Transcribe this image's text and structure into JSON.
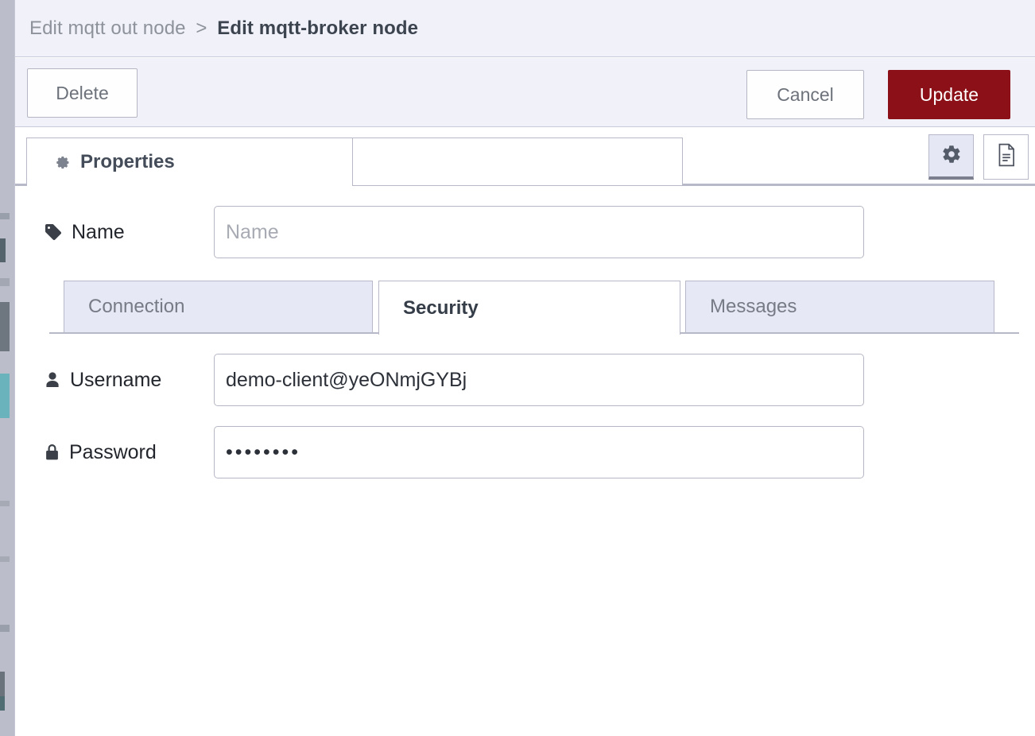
{
  "dialog": {
    "breadcrumb": {
      "parent": "Edit mqtt out node",
      "separator": ">",
      "current": "Edit mqtt-broker node"
    },
    "toolbar": {
      "delete_label": "Delete",
      "cancel_label": "Cancel",
      "update_label": "Update"
    },
    "tabs": [
      {
        "label": "Properties",
        "icon": "gear-icon",
        "active": true
      }
    ],
    "header_icon_buttons": [
      {
        "name": "settings-icon-button",
        "icon": "gear-icon",
        "active": true
      },
      {
        "name": "description-icon-button",
        "icon": "document-icon",
        "active": false
      }
    ]
  },
  "form": {
    "name": {
      "label": "Name",
      "icon": "tag-icon",
      "value": "",
      "placeholder": "Name"
    },
    "subtabs": [
      {
        "label": "Connection",
        "active": false
      },
      {
        "label": "Security",
        "active": true
      },
      {
        "label": "Messages",
        "active": false
      }
    ],
    "username": {
      "label": "Username",
      "icon": "user-icon",
      "value": "demo-client@yeONmjGYBj",
      "placeholder": ""
    },
    "password": {
      "label": "Password",
      "icon": "lock-icon",
      "value": "••••••••",
      "masked_length": 8,
      "placeholder": ""
    }
  },
  "colors": {
    "accent_red": "#8c1017",
    "header_bg": "#f1f1f9",
    "inactive_tab_bg": "#e7e8f6",
    "border": "#b8b9c8",
    "text_dark": "#353d48",
    "text_muted": "#767b85"
  }
}
